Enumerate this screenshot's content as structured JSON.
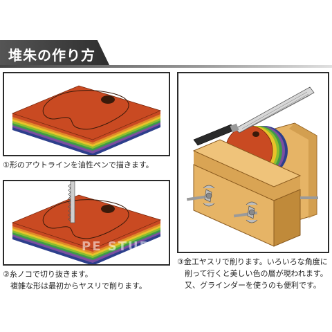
{
  "header": {
    "title": "堆朱の作り方"
  },
  "steps": [
    {
      "caption_lines": [
        "①形のアウトラインを油性ペンで描きます。"
      ]
    },
    {
      "caption_lines": [
        "②糸ノコで切り抜きます。",
        "　複雑な形は最初からヤスリで削ります。"
      ]
    },
    {
      "caption_lines": [
        "③金工ヤスリで削ります。いろいろな角度に",
        "　削って行くと美しい色の層が現われます。",
        "　又、グラインダーを使うのも便利です。"
      ]
    }
  ],
  "watermark": "PE STUDIO",
  "colors": {
    "top": "#c94a22",
    "layers": [
      "#e9c22a",
      "#8bbf2e",
      "#3f9a4a",
      "#7a4fa0",
      "#2d3f8c",
      "#c94a22"
    ],
    "wood": "#e6b466",
    "wood_dark": "#c08a3a"
  }
}
